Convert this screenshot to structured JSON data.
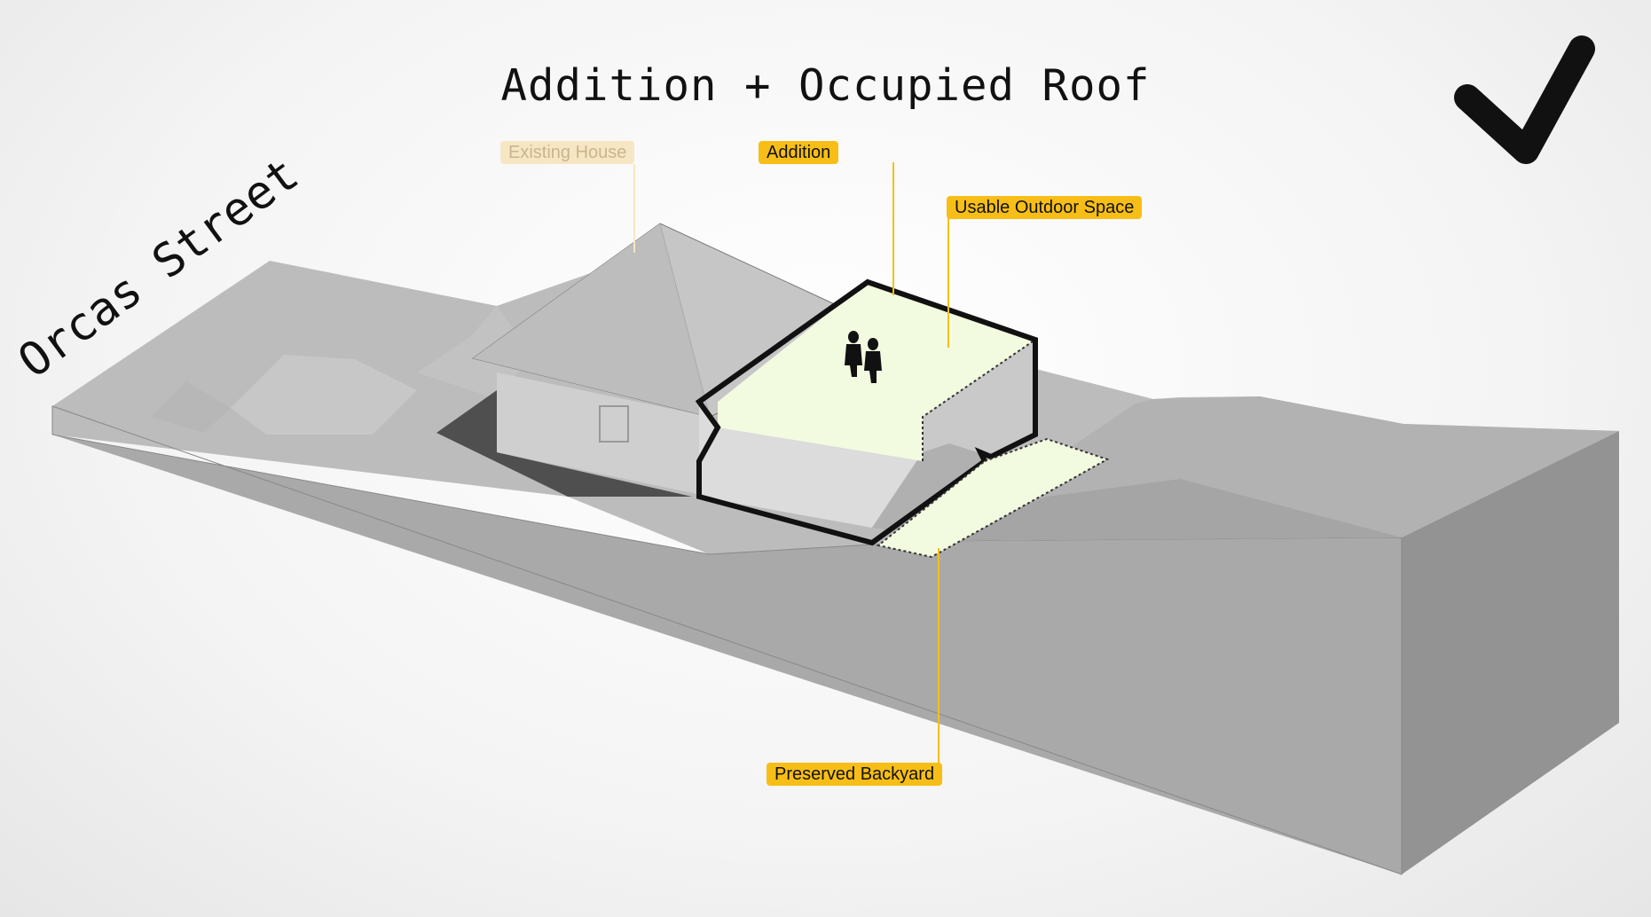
{
  "title": "Addition + Occupied Roof",
  "street_label": "Orcas Street",
  "labels": {
    "existing_house": "Existing House",
    "addition": "Addition",
    "usable_outdoor_space": "Usable Outdoor Space",
    "preserved_backyard": "Preserved Backyard"
  },
  "colors": {
    "label_active": "#f7be17",
    "label_faded": "#f6e6c3",
    "highlight_area": "#f2fbe0",
    "massing_grey": "#bdbdbd"
  },
  "icons": {
    "status": "checkmark-icon"
  }
}
